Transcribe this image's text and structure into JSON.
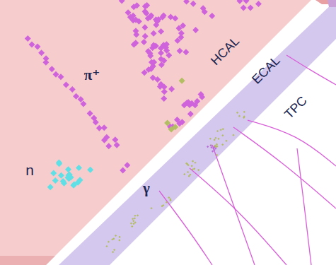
{
  "diagram": {
    "labels": [
      "π⁺",
      "HCAL",
      "ECAL",
      "TPC",
      "n",
      "γ"
    ]
  }
}
